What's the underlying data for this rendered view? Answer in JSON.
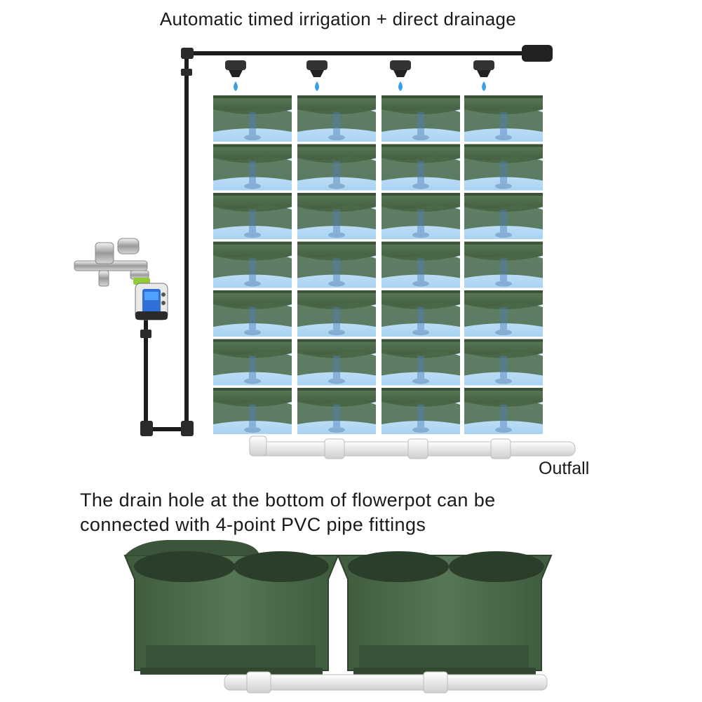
{
  "title": "Automatic timed irrigation + direct drainage",
  "outfall_label": "Outfall",
  "note_line1": "The drain hole at the bottom of flowerpot can be",
  "note_line2": "connected with 4-point PVC pipe fittings",
  "colors": {
    "pot_green": "#4d6b4b",
    "pot_dark": "#3a5238",
    "water_blue": "#bfe0f7",
    "pipe_black": "#1c1c1c",
    "pvc_white": "#eeeeee",
    "timer_lime": "#9bd431",
    "lcd_blue": "#2f6fd8"
  },
  "icons": [
    "faucet-icon",
    "water-timer-icon",
    "dripper-icon",
    "water-drop-icon"
  ]
}
